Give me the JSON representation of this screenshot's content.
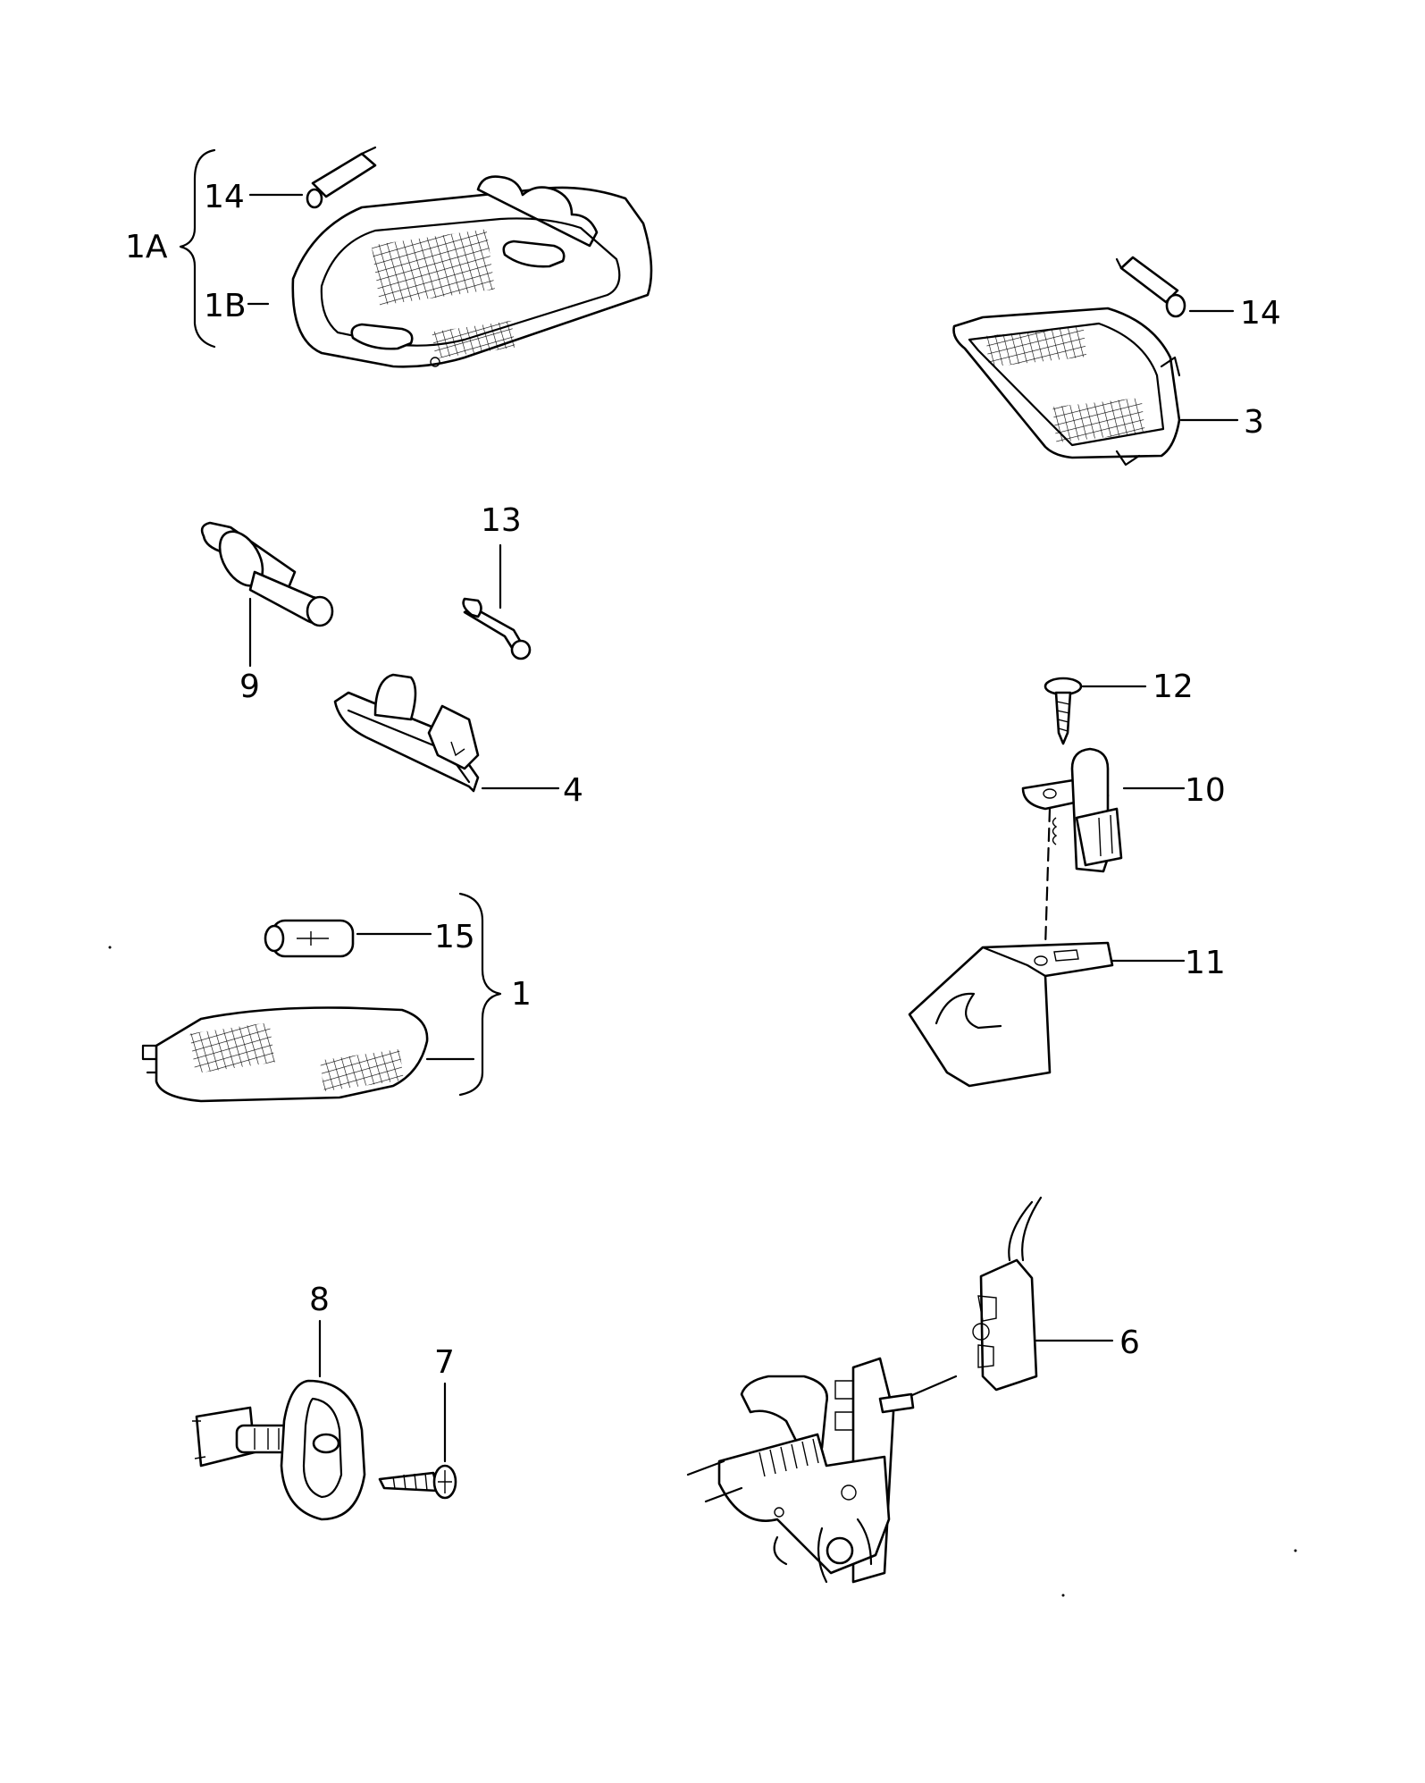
{
  "labels": {
    "l14a": "14",
    "l1a": "1A",
    "l1b": "1B",
    "l14b": "14",
    "l3": "3",
    "l13": "13",
    "l9": "9",
    "l4": "4",
    "l12": "12",
    "l10": "10",
    "l15": "15",
    "l1": "1",
    "l11": "11",
    "l8": "8",
    "l7": "7",
    "l6": "6"
  }
}
